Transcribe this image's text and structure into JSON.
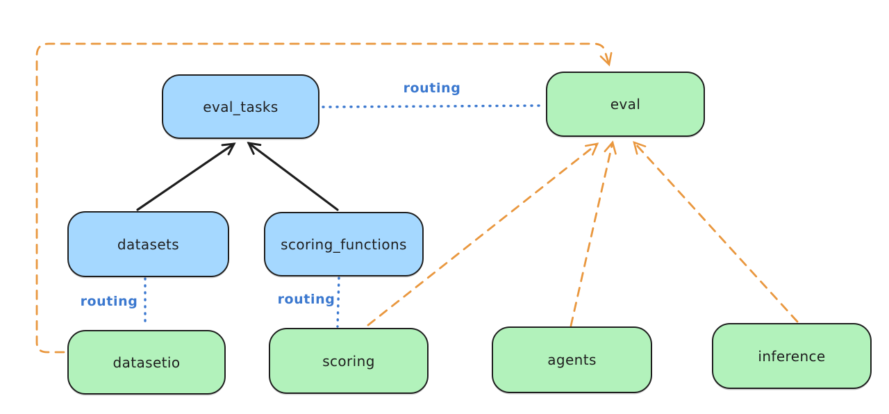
{
  "diagram": {
    "background": "#ffffff",
    "colors": {
      "node_blue_fill": "#a5d8ff",
      "node_green_fill": "#b2f2bb",
      "stroke_black": "#1e1e1e",
      "edge_orange": "#e9973e",
      "edge_blue": "#3b78cf"
    },
    "nodes": [
      {
        "id": "eval_tasks",
        "label": "eval_tasks",
        "fill": "blue"
      },
      {
        "id": "eval",
        "label": "eval",
        "fill": "green"
      },
      {
        "id": "datasets",
        "label": "datasets",
        "fill": "blue"
      },
      {
        "id": "scoring_functions",
        "label": "scoring_functions",
        "fill": "blue"
      },
      {
        "id": "datasetio",
        "label": "datasetio",
        "fill": "green"
      },
      {
        "id": "scoring",
        "label": "scoring",
        "fill": "green"
      },
      {
        "id": "agents",
        "label": "agents",
        "fill": "green"
      },
      {
        "id": "inference",
        "label": "inference",
        "fill": "green"
      }
    ],
    "edges": [
      {
        "from": "datasets",
        "to": "eval_tasks",
        "style": "solid",
        "color": "black",
        "label": ""
      },
      {
        "from": "scoring_functions",
        "to": "eval_tasks",
        "style": "solid",
        "color": "black",
        "label": ""
      },
      {
        "from": "eval_tasks",
        "to": "eval",
        "style": "dotted",
        "color": "blue",
        "label": "routing"
      },
      {
        "from": "datasets",
        "to": "datasetio",
        "style": "dotted",
        "color": "blue",
        "label": "routing"
      },
      {
        "from": "scoring_functions",
        "to": "scoring",
        "style": "dotted",
        "color": "blue",
        "label": "routing"
      },
      {
        "from": "datasetio",
        "to": "eval",
        "style": "dashed",
        "color": "orange",
        "label": ""
      },
      {
        "from": "scoring",
        "to": "eval",
        "style": "dashed",
        "color": "orange",
        "label": ""
      },
      {
        "from": "agents",
        "to": "eval",
        "style": "dashed",
        "color": "orange",
        "label": ""
      },
      {
        "from": "inference",
        "to": "eval",
        "style": "dashed",
        "color": "orange",
        "label": ""
      }
    ]
  }
}
